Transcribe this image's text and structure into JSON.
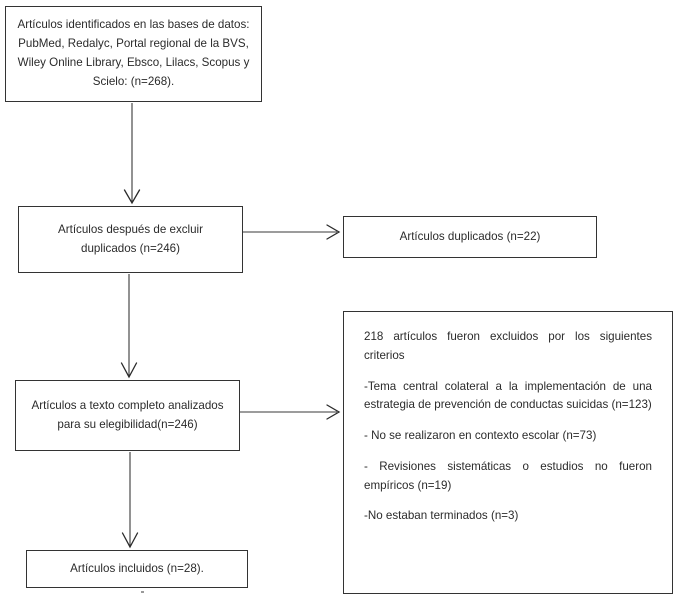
{
  "diagram": {
    "title": "PRISMA flow diagram of article selection",
    "language": "es",
    "colors": {
      "background": "#ffffff",
      "border": "#333333",
      "text": "#2b2b2b",
      "connector": "#3a3a3a"
    }
  },
  "nodes": {
    "identified": {
      "label": "Artículos identificados en las bases de datos: PubMed, Redalyc, Portal regional de la BVS, Wiley Online Library, Ebsco, Lilacs, Scopus y Scielo: (n=268).",
      "count": 268
    },
    "duplicates_removed": {
      "label": "Artículos después de excluir duplicados (n=246)",
      "count": 246
    },
    "duplicates": {
      "label": "Artículos duplicados (n=22)",
      "count": 22
    },
    "fulltext": {
      "label": "Artículos a texto completo analizados para su elegibilidad(n=246)",
      "count": 246
    },
    "included": {
      "label": "Artículos incluidos (n=28).",
      "count": 28
    }
  },
  "excluded_panel": {
    "heading": "218 artículos fueron excluidos por los siguientes criterios",
    "total_excluded": 218,
    "criteria": [
      {
        "label": "-Tema central colateral a la implementación de una estrategia de prevención de conductas suicidas (n=123)",
        "count": 123
      },
      {
        "label": "- No se realizaron en contexto escolar (n=73)",
        "count": 73
      },
      {
        "label": "- Revisiones sistemáticas o estudios no fueron empíricos (n=19)",
        "count": 19
      },
      {
        "label": "-No estaban terminados (n=3)",
        "count": 3
      }
    ]
  },
  "connectors": [
    {
      "name": "identified-to-duplicates-removed",
      "direction": "down"
    },
    {
      "name": "duplicates-removed-to-duplicates",
      "direction": "right"
    },
    {
      "name": "duplicates-removed-to-fulltext",
      "direction": "down"
    },
    {
      "name": "fulltext-to-excluded",
      "direction": "right"
    },
    {
      "name": "fulltext-to-included",
      "direction": "down"
    }
  ]
}
